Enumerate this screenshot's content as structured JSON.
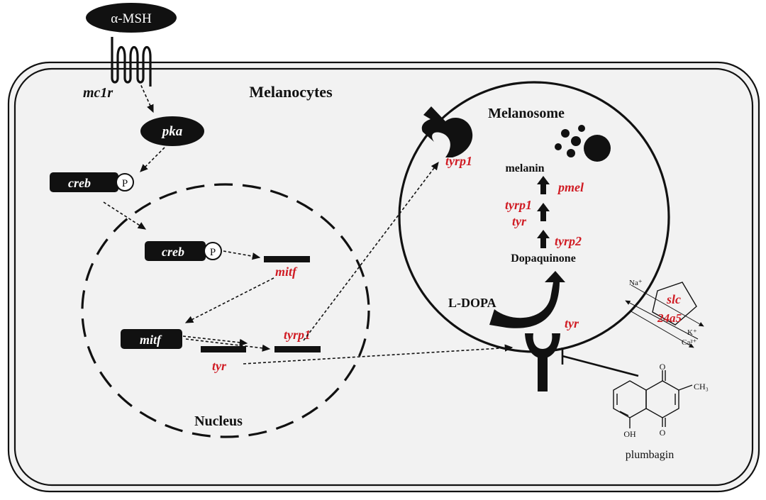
{
  "labels": {
    "alpha_msh": "α-MSH",
    "mc1r": "mc1r",
    "cell": "Melanocytes",
    "pka": "pka",
    "creb": "creb",
    "phospho": "P",
    "nucleus": "Nucleus",
    "mitf": "mitf",
    "tyr": "tyr",
    "tyrp1": "tyrp1",
    "melanosome": "Melanosome",
    "melanin": "melanin",
    "pmel": "pmel",
    "tyrp2": "tyrp2",
    "dopaquinone": "Dopaquinone",
    "ldopa": "L-DOPA",
    "slc_top": "slc",
    "slc_bottom": "24a5",
    "na": "Na⁺",
    "k": "K⁺",
    "ca": "Ca²⁺",
    "compound": "plumbagin",
    "oxygen": "O",
    "hydroxyl": "OH",
    "methyl": "CH₃"
  },
  "colors": {
    "gene_red": "#d01c24",
    "ink": "#111111",
    "cell_fill": "#f2f2f2"
  }
}
